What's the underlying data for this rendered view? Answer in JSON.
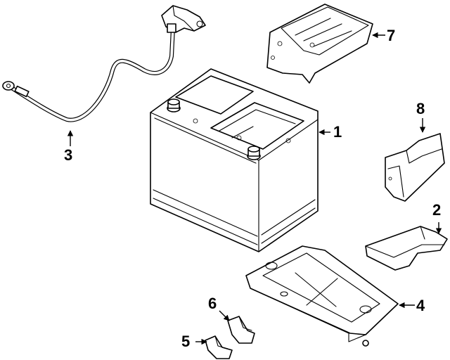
{
  "callouts": {
    "battery": "1",
    "tray_clamp": "2",
    "cable": "3",
    "tray": "4",
    "hold_down_clamp": "5",
    "bracket": "6",
    "support_bracket": "7",
    "cover": "8"
  }
}
